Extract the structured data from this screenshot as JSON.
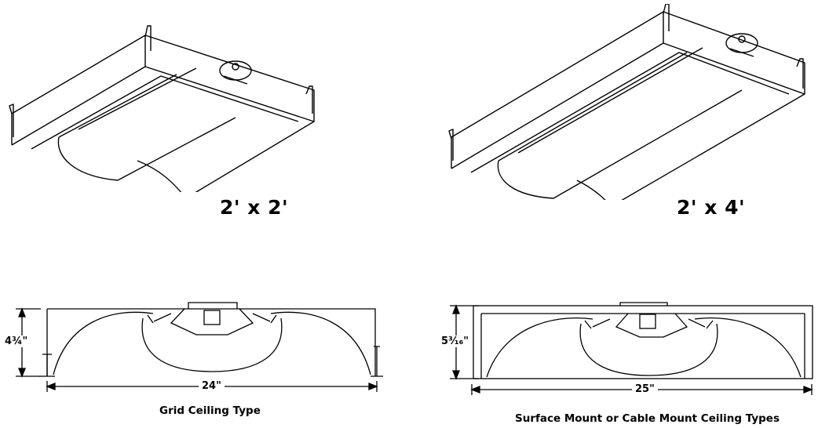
{
  "fixtures": {
    "small": {
      "size_label": "2' x 2'"
    },
    "large": {
      "size_label": "2' x 4'"
    }
  },
  "sections": {
    "grid": {
      "height_dim": "4¾\"",
      "width_dim": "24\"",
      "caption": "Grid Ceiling Type"
    },
    "surface": {
      "height_dim": "5³⁄₁₆\"",
      "width_dim": "25\"",
      "caption": "Surface Mount or Cable Mount Ceiling Types"
    }
  },
  "colors": {
    "line": "#000000",
    "background": "#ffffff"
  }
}
